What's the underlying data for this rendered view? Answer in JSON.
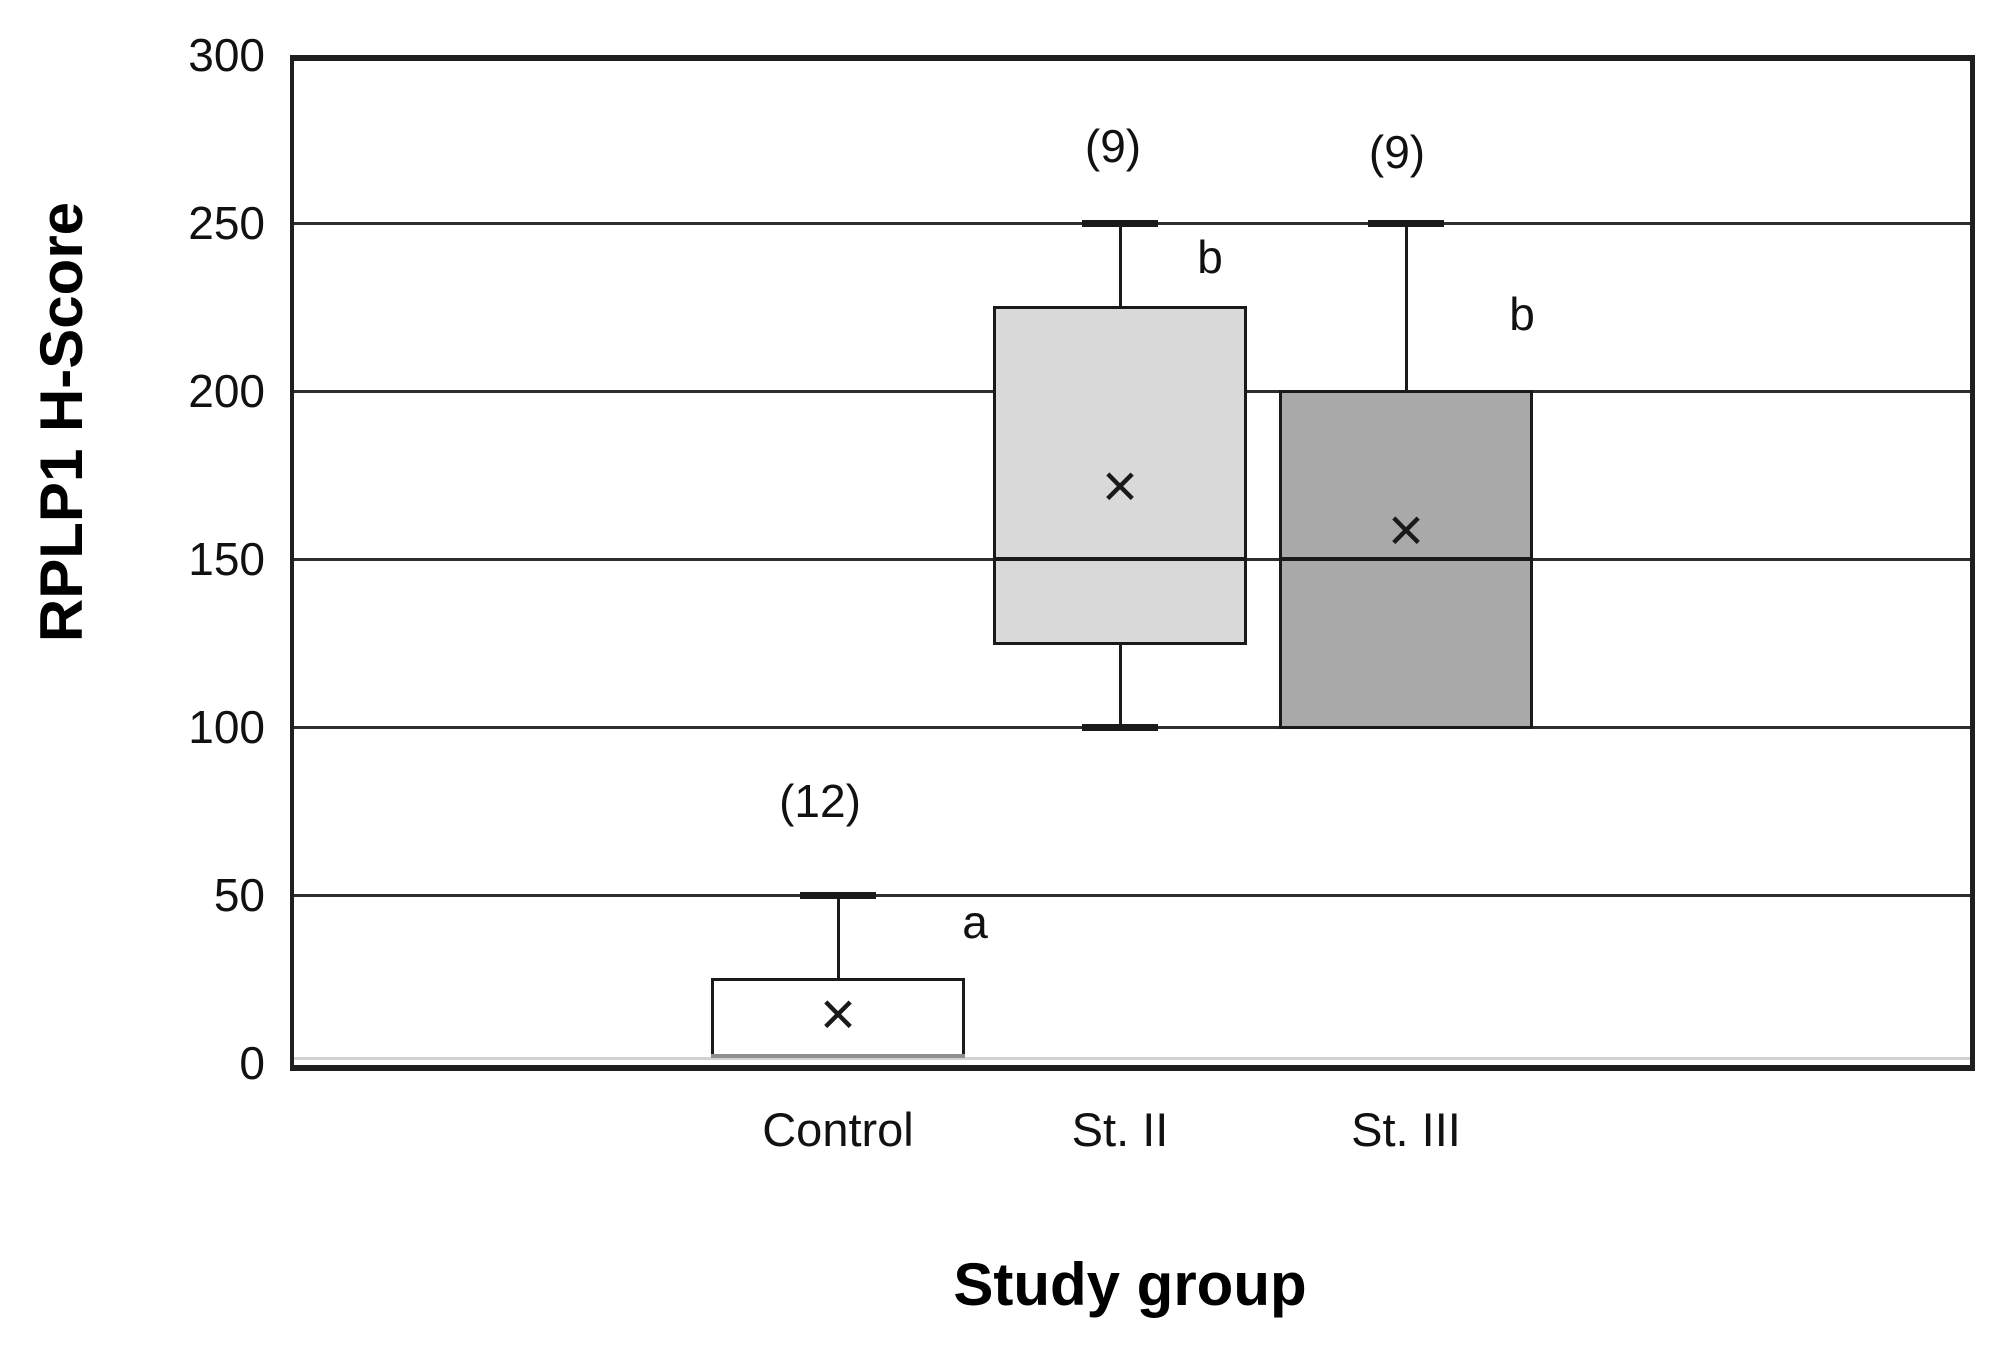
{
  "chart_data": {
    "type": "boxplot",
    "title": "",
    "xlabel": "Study group",
    "ylabel": "RPLP1 H-Score",
    "ylim": [
      0,
      300
    ],
    "ytick_labels": [
      "0",
      "50",
      "100",
      "150",
      "200",
      "250",
      "300"
    ],
    "ytick_values": [
      0,
      50,
      100,
      150,
      200,
      250,
      300
    ],
    "grid_values": [
      50,
      100,
      150,
      200,
      250
    ],
    "grid_on": true,
    "legend": "none",
    "mean_marker_glyph": "×",
    "groups": [
      {
        "label": "Control",
        "n_label": "(12)",
        "q1": 2,
        "median": 2,
        "q3": 25,
        "whisker_low": null,
        "whisker_high": 50,
        "mean": 14,
        "sig_letter": "a",
        "fill": "#ffffff",
        "median_color": "#8f8f8f",
        "n_label_y": 78,
        "n_label_dx": -18,
        "sig_y": 42,
        "sig_dx": 137
      },
      {
        "label": "St. II",
        "n_label": "(9)",
        "q1": 125,
        "median": 150,
        "q3": 225,
        "whisker_low": 100,
        "whisker_high": 250,
        "mean": 171,
        "sig_letter": "b",
        "fill": "#d9d9d9",
        "median_color": "#1a1a1a",
        "n_label_y": 273,
        "n_label_dx": -7,
        "sig_y": 240,
        "sig_dx": 90
      },
      {
        "label": "St. III",
        "n_label": "(9)",
        "q1": 100,
        "median": 150,
        "q3": 200,
        "whisker_low": null,
        "whisker_high": 250,
        "mean": 158,
        "sig_letter": "b",
        "fill": "#a9a9a9",
        "median_color": "#1a1a1a",
        "n_label_y": 271,
        "n_label_dx": -9,
        "sig_y": 223,
        "sig_dx": 116
      }
    ],
    "colors": {
      "line": "#1a1a1a",
      "grid": "#2e2e2e",
      "frame": "#1f1f1f",
      "floor_highlight": "#d2d2d2",
      "background": "#ffffff"
    }
  }
}
